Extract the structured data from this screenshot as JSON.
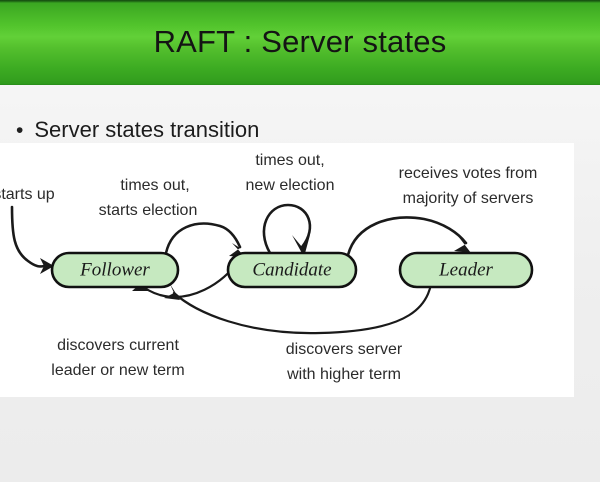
{
  "slide": {
    "title": "RAFT : Server states",
    "bullet_marker": "•",
    "bullet_text": "Server states transition"
  },
  "colors": {
    "title_bar_green_light": "#62d038",
    "title_bar_green_dark": "#2e9a1c",
    "node_fill": "#c6e9c0",
    "node_stroke": "#111111",
    "panel_background": "#ffffff",
    "slide_background": "#f2f2f2",
    "text": "#1a1a1a"
  },
  "diagram": {
    "nodes": [
      {
        "id": "follower",
        "label": "Follower"
      },
      {
        "id": "candidate",
        "label": "Candidate"
      },
      {
        "id": "leader",
        "label": "Leader"
      }
    ],
    "edge_labels": [
      {
        "id": "starts-up",
        "line1": "starts up",
        "line2": ""
      },
      {
        "id": "times-out-election",
        "line1": "times out,",
        "line2": "starts election"
      },
      {
        "id": "times-out-new",
        "line1": "times out,",
        "line2": "new election"
      },
      {
        "id": "receives-votes",
        "line1": "receives votes from",
        "line2": "majority of servers"
      },
      {
        "id": "discovers-leader",
        "line1": "discovers current",
        "line2": "leader or new term"
      },
      {
        "id": "discovers-server",
        "line1": "discovers server",
        "line2": "with higher term"
      }
    ]
  }
}
